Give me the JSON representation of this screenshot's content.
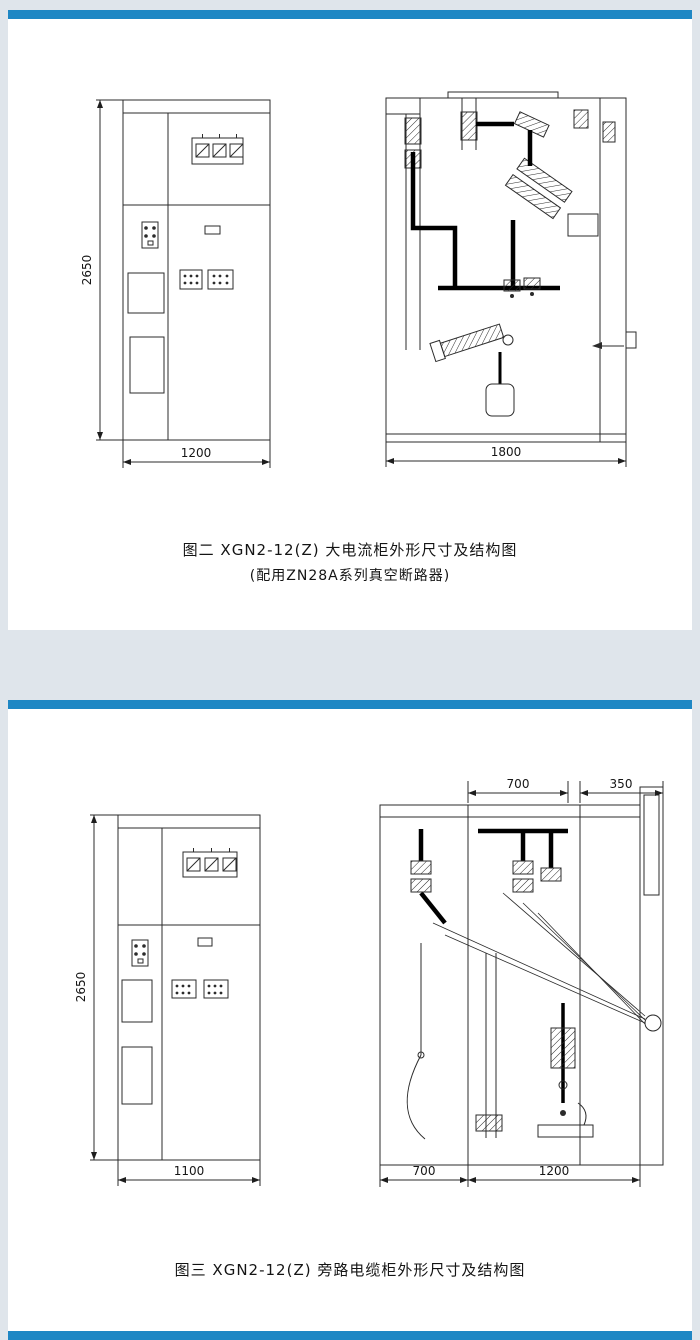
{
  "page": {
    "background": "#dfe5eb",
    "accent": "#1e87c4",
    "panel_background": "#ffffff"
  },
  "figure2": {
    "caption": "图二  XGN2-12(Z)  大电流柜外形尺寸及结构图",
    "subcaption": "(配用ZN28A系列真空断路器)",
    "front": {
      "height": "2650",
      "width": "1200"
    },
    "side": {
      "depth": "1800"
    }
  },
  "figure3": {
    "caption": "图三  XGN2-12(Z)  旁路电缆柜外形尺寸及结构图",
    "front": {
      "height": "2650",
      "width": "1100"
    },
    "side": {
      "top_left": "700",
      "top_right": "350",
      "bottom_left": "700",
      "bottom_right": "1200"
    }
  }
}
